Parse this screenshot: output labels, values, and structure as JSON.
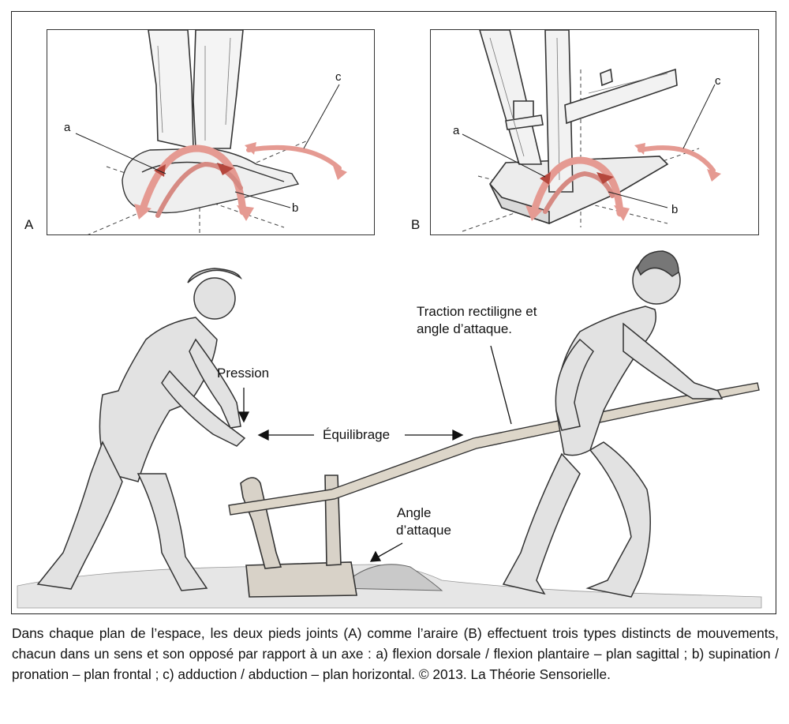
{
  "panels": {
    "a_letter": "A",
    "b_letter": "B",
    "axis_a": "a",
    "axis_b": "b",
    "axis_c": "c"
  },
  "main_labels": {
    "pression": "Pression",
    "equilibrage": "Équilibrage",
    "traction_line1": "Traction rectiligne et",
    "traction_line2": "angle d’attaque.",
    "angle_line1": "Angle",
    "angle_line2": "d’attaque"
  },
  "caption": "Dans chaque plan de l’espace, les deux pieds joints (A) comme l’araire (B) effectuent trois types distincts de mouvements, chacun dans un sens et son opposé par rapport à un axe : a) flexion dorsale / flexion plantaire – plan sagittal ; b) supination / pronation – plan frontal ; c) adduction / abduction – plan horizontal. © 2013. La Théorie Sensorielle.",
  "colors": {
    "arrow": "#e59a92",
    "arrow_dark": "#b5473d",
    "pencil": "#555555",
    "frame": "#222222"
  }
}
